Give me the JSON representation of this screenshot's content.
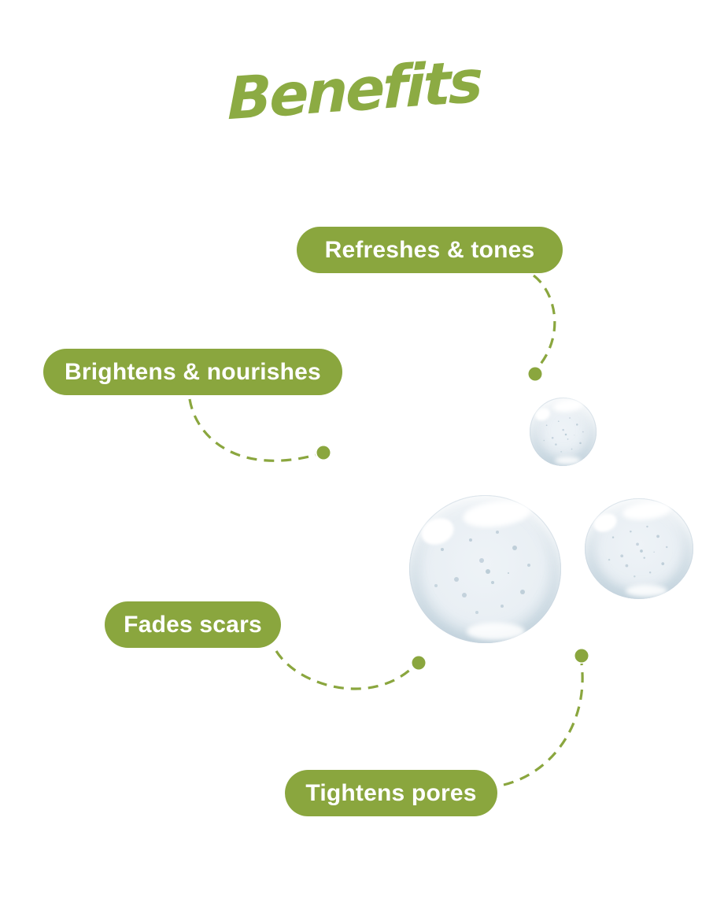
{
  "title": "Benefits",
  "colors": {
    "accent": "#8aa63e",
    "title-green": "#8cab43"
  },
  "benefits": [
    {
      "label": "Refreshes & tones"
    },
    {
      "label": "Brightens & nourishes"
    },
    {
      "label": "Fades scars"
    },
    {
      "label": "Tightens pores"
    }
  ]
}
